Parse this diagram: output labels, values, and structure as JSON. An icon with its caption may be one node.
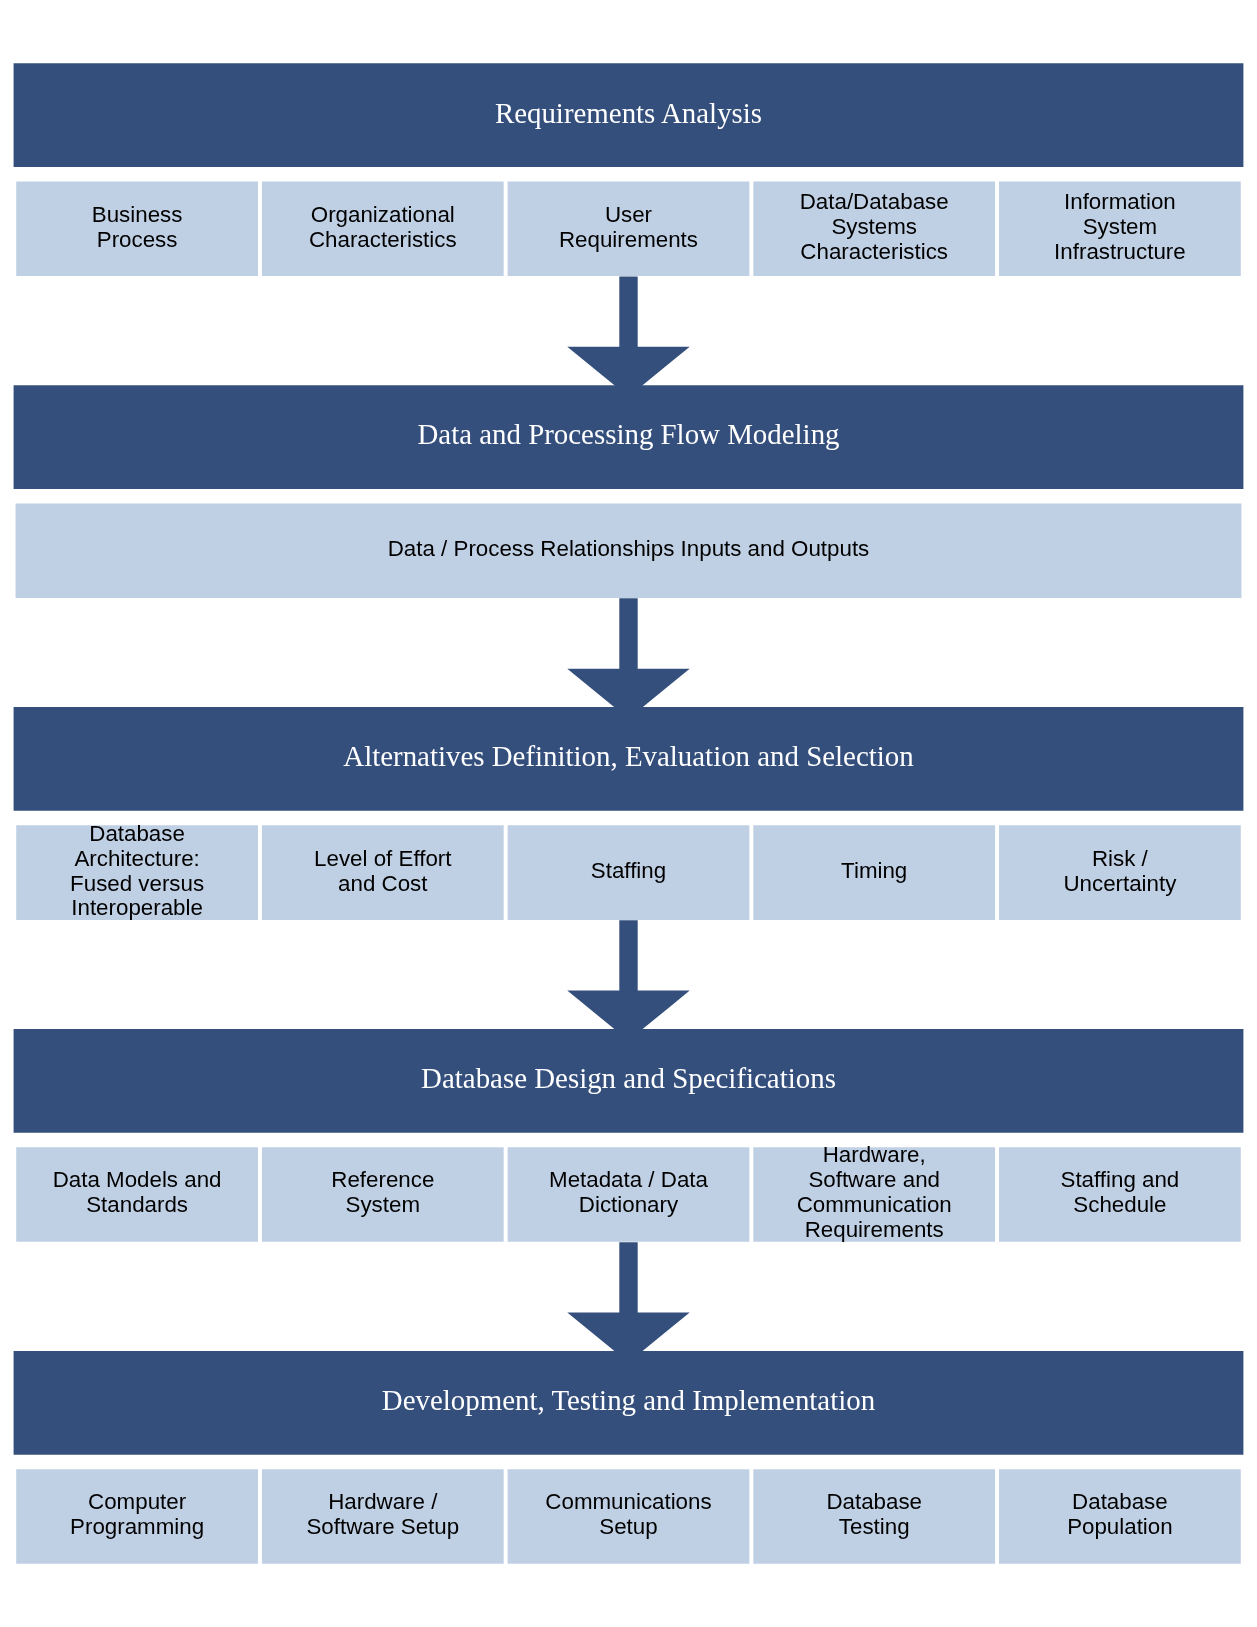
{
  "diagram": {
    "nodes": [
      {
        "text": [
          "Requirements Analysis"
        ]
      },
      {
        "text": [
          "Business Process"
        ]
      },
      {
        "text": [
          "Organizational Characteristics"
        ]
      },
      {
        "text": [
          "User Requirements"
        ]
      },
      {
        "text": [
          "Data/Database Systems Characteristics"
        ]
      },
      {
        "text": [
          "Information System Infrastructure"
        ]
      },
      {
        "text": [
          "Data and Processing Flow Modeling"
        ]
      },
      {
        "text": [
          "Data / Process Relationships Inputs and Outputs"
        ]
      },
      {
        "text": [
          "Alternatives Definition, Evaluation and Selection"
        ]
      },
      {
        "text": [
          "Database Architecture: Fused versus Interoperable"
        ]
      },
      {
        "text": [
          "Level of Effort and Cost"
        ]
      },
      {
        "text": [
          "Staffing"
        ]
      },
      {
        "text": [
          "Timing"
        ]
      },
      {
        "text": [
          "Risk / Uncertainty"
        ]
      },
      {
        "text": [
          "Database Design and Specifications"
        ]
      },
      {
        "text": [
          "Data Models and Standards"
        ]
      },
      {
        "text": [
          "Reference System"
        ]
      },
      {
        "text": [
          "Metadata / Data Dictionary"
        ]
      },
      {
        "text": [
          "Hardware, Software and Communication Requirements"
        ]
      },
      {
        "text": [
          "Staffing and Schedule"
        ]
      },
      {
        "text": [
          "Development, Testing and Implementation"
        ]
      },
      {
        "text": [
          "Computer Programming"
        ]
      },
      {
        "text": [
          "Hardware / Software Setup"
        ]
      },
      {
        "text": [
          "Communications Setup"
        ]
      },
      {
        "text": [
          "Database Testing"
        ]
      },
      {
        "text": [
          "Database Population"
        ]
      }
    ],
    "edges": [
      {
        "from": 3,
        "to": 6,
        "arrow": "to"
      },
      {
        "from": 7,
        "to": 8,
        "arrow": "to"
      },
      {
        "from": 11,
        "to": 14,
        "arrow": "to"
      },
      {
        "from": 17,
        "to": 20,
        "arrow": "to"
      }
    ]
  }
}
